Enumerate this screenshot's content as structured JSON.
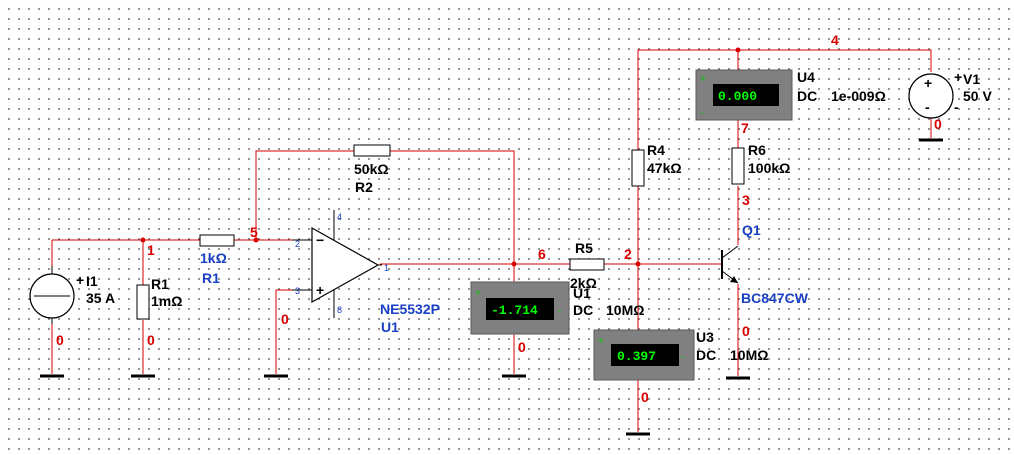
{
  "nodes": {
    "n0_i1": "0",
    "n0_r1": "0",
    "n0_opamp": "0",
    "n0_u1": "0",
    "n0_u3": "0",
    "n0_v1": "0",
    "n0_q1": "0",
    "n1": "1",
    "n2": "2",
    "n3": "3",
    "n4": "4",
    "n5": "5",
    "n6": "6",
    "n7": "7"
  },
  "components": {
    "I1": {
      "ref": "I1",
      "value": "35 A"
    },
    "R1": {
      "ref": "R1",
      "value": "1mΩ"
    },
    "R2": {
      "ref": "R2",
      "value": "50kΩ"
    },
    "R3": {
      "ref": "R1",
      "value": "1kΩ"
    },
    "R4": {
      "ref": "R4",
      "value": "47kΩ"
    },
    "R5": {
      "ref": "R5",
      "value": "2kΩ"
    },
    "R6": {
      "ref": "R6",
      "value": "100kΩ"
    },
    "opamp": {
      "ref": "U1",
      "part": "NE5532P",
      "pins": {
        "inv": "2",
        "noninv": "3",
        "out": "1",
        "vplus": "4",
        "vminus": "8"
      }
    },
    "Q1": {
      "ref": "Q1",
      "part": "BC847CW"
    },
    "V1": {
      "ref": "V1",
      "value": "50 V"
    }
  },
  "meters": {
    "U1": {
      "ref": "U1",
      "reading": "-1.714",
      "mode": "DC",
      "impedance": "10MΩ"
    },
    "U3": {
      "ref": "U3",
      "reading": "0.397",
      "mode": "DC",
      "impedance": "10MΩ"
    },
    "U4": {
      "ref": "U4",
      "reading": "0.000",
      "mode": "DC",
      "impedance": "1e-009Ω"
    }
  },
  "symbols": {
    "plus": "+",
    "minus": "−",
    "dash": "-"
  },
  "colors": {
    "wire": "#d80000",
    "part_label": "#1a3fc4",
    "meter_body": "#808080",
    "meter_digits": "#00ff00"
  }
}
